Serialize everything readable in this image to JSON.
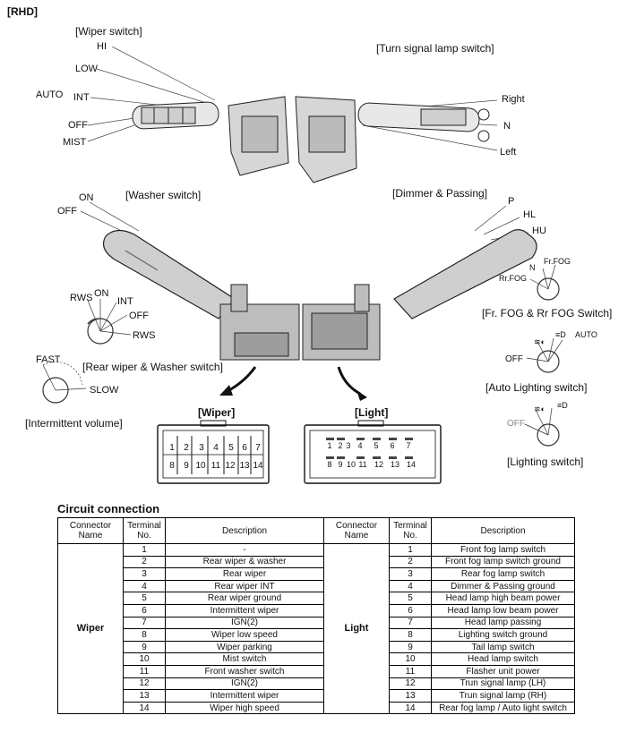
{
  "header": "[RHD]",
  "labels": {
    "wiper_switch": "[Wiper switch]",
    "turn_signal": "[Turn signal lamp switch]",
    "washer_switch": "[Washer switch]",
    "dimmer_passing": "[Dimmer & Passing]",
    "rear_wiper_washer": "[Rear wiper & Washer switch]",
    "intermittent_volume": "[Intermittent volume]",
    "fog_switch": "[Fr. FOG & Rr FOG Switch]",
    "auto_lighting": "[Auto Lighting switch]",
    "lighting_switch": "[Lighting switch]"
  },
  "wiper_positions": {
    "hi": "HI",
    "low": "LOW",
    "auto": "AUTO",
    "int": "INT",
    "off": "OFF",
    "mist": "MIST"
  },
  "turn_positions": {
    "right": "Right",
    "n": "N",
    "left": "Left"
  },
  "washer_positions": {
    "on": "ON",
    "off": "OFF"
  },
  "dimmer_positions": {
    "p": "P",
    "hl": "HL",
    "hu": "HU"
  },
  "rear_wiper_positions": {
    "rws_top": "RWS",
    "on": "ON",
    "int": "INT",
    "off": "OFF",
    "rws_bottom": "RWS"
  },
  "intermittent_positions": {
    "fast": "FAST",
    "slow": "SLOW"
  },
  "fog_positions": {
    "fr_fog": "Fr.FOG",
    "n": "N",
    "rr_fog": "Rr.FOG"
  },
  "auto_light_positions": {
    "auto": "AUTO",
    "off": "OFF"
  },
  "lighting_positions": {
    "off": "OFF"
  },
  "connectors": {
    "wiper_title": "[Wiper]",
    "light_title": "[Light]",
    "wiper_row1": [
      "1",
      "2",
      "3",
      "4",
      "5",
      "6",
      "7"
    ],
    "wiper_row2": [
      "8",
      "9",
      "10",
      "11",
      "12",
      "13",
      "14"
    ],
    "light_row1": [
      "1",
      "2",
      "3",
      "4",
      "5",
      "6",
      "7"
    ],
    "light_row2": [
      "8",
      "9",
      "10",
      "11",
      "12",
      "13",
      "14"
    ]
  },
  "circuit": {
    "title": "Circuit connection",
    "headers": {
      "connector_name": "Connector\nName",
      "terminal_no": "Terminal\nNo.",
      "description": "Description"
    },
    "wiper": {
      "name": "Wiper",
      "rows": [
        {
          "no": "1",
          "desc": "-"
        },
        {
          "no": "2",
          "desc": "Rear wiper & washer"
        },
        {
          "no": "3",
          "desc": "Rear wiper"
        },
        {
          "no": "4",
          "desc": "Rear wiper INT"
        },
        {
          "no": "5",
          "desc": "Rear wiper ground"
        },
        {
          "no": "6",
          "desc": "Intermittent wiper"
        },
        {
          "no": "7",
          "desc": "IGN(2)"
        },
        {
          "no": "8",
          "desc": "Wiper low speed"
        },
        {
          "no": "9",
          "desc": "Wiper parking"
        },
        {
          "no": "10",
          "desc": "Mist switch"
        },
        {
          "no": "11",
          "desc": "Front washer switch"
        },
        {
          "no": "12",
          "desc": "IGN(2)"
        },
        {
          "no": "13",
          "desc": "Intermittent wiper"
        },
        {
          "no": "14",
          "desc": "Wiper high speed"
        }
      ]
    },
    "light": {
      "name": "Light",
      "rows": [
        {
          "no": "1",
          "desc": "Front fog lamp switch"
        },
        {
          "no": "2",
          "desc": "Front fog lamp switch ground"
        },
        {
          "no": "3",
          "desc": "Rear fog lamp switch"
        },
        {
          "no": "4",
          "desc": "Dimmer & Passing ground"
        },
        {
          "no": "5",
          "desc": "Head lamp high beam power"
        },
        {
          "no": "6",
          "desc": "Head lamp low beam power"
        },
        {
          "no": "7",
          "desc": "Head lamp passing"
        },
        {
          "no": "8",
          "desc": "Lighting switch ground"
        },
        {
          "no": "9",
          "desc": "Tail lamp switch"
        },
        {
          "no": "10",
          "desc": "Head lamp switch"
        },
        {
          "no": "11",
          "desc": "Flasher unit power"
        },
        {
          "no": "12",
          "desc": "Trun signal lamp (LH)"
        },
        {
          "no": "13",
          "desc": "Trun signal lamp (RH)"
        },
        {
          "no": "14",
          "desc": "Rear fog lamp / Auto light switch"
        }
      ]
    }
  }
}
